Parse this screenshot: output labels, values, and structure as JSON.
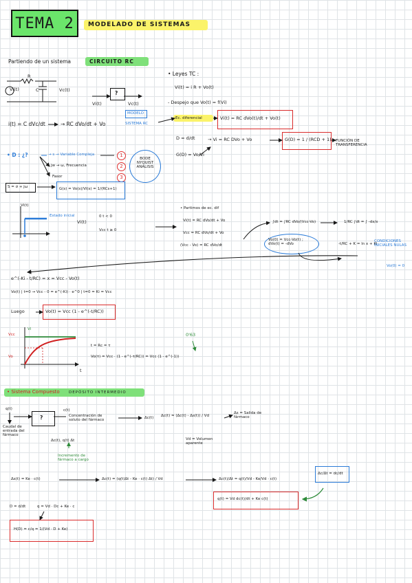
{
  "header": {
    "title": "TEMA 2",
    "subtitle": "MODELADO DE SISTEMAS"
  },
  "section1": {
    "intro": "Partiendo de un sistema",
    "system_name": "CIRCUITO RC",
    "circuit": {
      "r": "R",
      "c": "C",
      "vin": "Vi(t)",
      "vout": "Vc(t)"
    },
    "block": {
      "input": "Vi(t)",
      "q": "?",
      "output": "Vc(t)"
    },
    "eq_current": "i(t) = C dVc/dt",
    "eq_rc": "→ RC dVo/dt + Vo",
    "modelo_tag": "MODELO",
    "sistema_rc": "SISTEMA RC",
    "laws_title": "• Leyes TC :",
    "law1": "Vi(t) = i R + Vo(t)",
    "law2": "- Despejo que Vo(t) = f(Vi)",
    "ec_diferencial": "Ec. diferencial",
    "eq_box1": "Vi(t) = RC dVo(t)/dt + Vo(t)",
    "d_def": "D = d/dt",
    "eq_vi_d": "→ Vi = RC DVo + Vo",
    "g_box": "G(D) = 1 / (RCD + 1)",
    "g_def": "G(D) = Vo/Vi",
    "transfer_fn": "FUNCIÓN DE TRANSFERENCIA",
    "d_question": "• D : ¿?",
    "s_var": "→ s → Variable Compleja",
    "jw_freq": "jw → ω, Frecuencia",
    "fasor": "Fasor",
    "num1": "1",
    "num2": "2",
    "num3": "3",
    "bode": "BODE NYQUIST ANÁLISIS",
    "s_def": "S = σ + jω",
    "g_s_box": "G(s) = Vo(s)/Vi(s) = 1/(RCs+1)"
  },
  "section2": {
    "vi_label": "Vi(t)",
    "estado_inicial": "Estado inicial",
    "vi_piece_0": "0   t < 0",
    "vi_piece_1": "Vcc  t ≥ 0",
    "vi_of_t": "Vi(t)",
    "partimos": "• Partimos de ec. dif",
    "step1": "Vi(t) = RC dVo/dt + Vo",
    "step2": "Vcc = RC dVo/dt + Vo",
    "step3": "(Vcc - Vo) = RC dVo/dt",
    "integral": "∫dt = ∫RC dVo/(Vcc-Vo)",
    "int_limits": "Vo(0) = Vcc-Vo(t) ; dVo(t) = -dVo",
    "int_rhs1": "1/RC ∫dt = ∫ -dx/x",
    "int_rhs2": "-t/RC + K = ln x + Ki",
    "cond_iniciales": "CONDICIONES INICIALES NULAS",
    "vo_zero": "Vo(0) = 0",
    "exp_eq": "e^(-Ki - t/RC) = x = Vcc - Vo(t)",
    "vo_at0": "Vo(t) | t=0 → Vcc - 0 = e^(-Ki) · e^0 | t=0 = Ki = Vcc",
    "luego": "Luego",
    "vo_box": "Vo(t) = Vcc (1 - e^(-t/RC))",
    "plot_vcc": "Vcc",
    "plot_vi": "Vi",
    "plot_vo": "Vo",
    "plot_t": "t",
    "tau": "t = Rc = τ",
    "vo_tau": "Vo(τ) = Vcc · (1 - e^(-τ/RC)) = Vcc (1 - e^(-1))",
    "percent": "0'63"
  },
  "section3": {
    "title": "• Sistema Compuesto",
    "subtitle": "DEPÓSITO INTERMEDIO",
    "q_t": "q(t)",
    "q_box": "?",
    "c_t": "c(t)",
    "caudal": "Caudal de entrada del fármaco",
    "concentracion": "Concentración de soluto del fármaco",
    "delta_c": "Δc(t)",
    "delta_c_eq": "Δc(t) = (Δc(t) - Δs(t)) / Vd",
    "delta_s_label": "Δs = Salida de fármaco",
    "vd_label": "Vd = Volumen aparente",
    "delta_in": "Δc(t), q(t) Δt",
    "incremento": "Incremento de fármaco a cargo",
    "ds_eq": "Δs(t) = Ke · c(t)",
    "dc_eq": "Δc(t) = (q(t)Δt - Ke · c(t) Δt) / Vd",
    "ratio_eq": "Δc(t)/Δt = q(t)/Vd - Ke/Vd · c(t)",
    "final_box": "q(t) = Vd dc(t)/dt + Ke c(t)",
    "limit": "Δc/Δt = dc/dt",
    "d_def": "D = d/dt",
    "q_d": "q = Vd · Dc + Ke · c",
    "h_box": "H(D) = c/q = 1/(Vd · D + Ke)"
  }
}
